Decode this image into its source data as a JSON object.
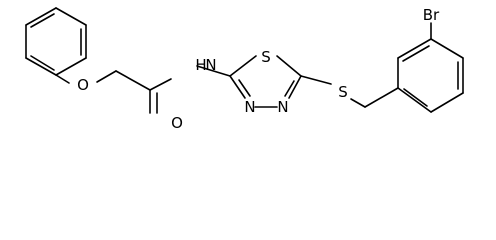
{
  "molecule": {
    "atoms": {
      "ether_oxygen": "O",
      "carbonyl_oxygen": "O",
      "amide_nitrogen": "N",
      "amide_hydrogen": "H",
      "ring_sulfur": "S",
      "ring_nitrogen_1": "N",
      "ring_nitrogen_2": "N",
      "thioether_sulfur": "S",
      "bromine": "Br"
    },
    "colors": {
      "line": "#000000",
      "background": "#ffffff"
    }
  }
}
